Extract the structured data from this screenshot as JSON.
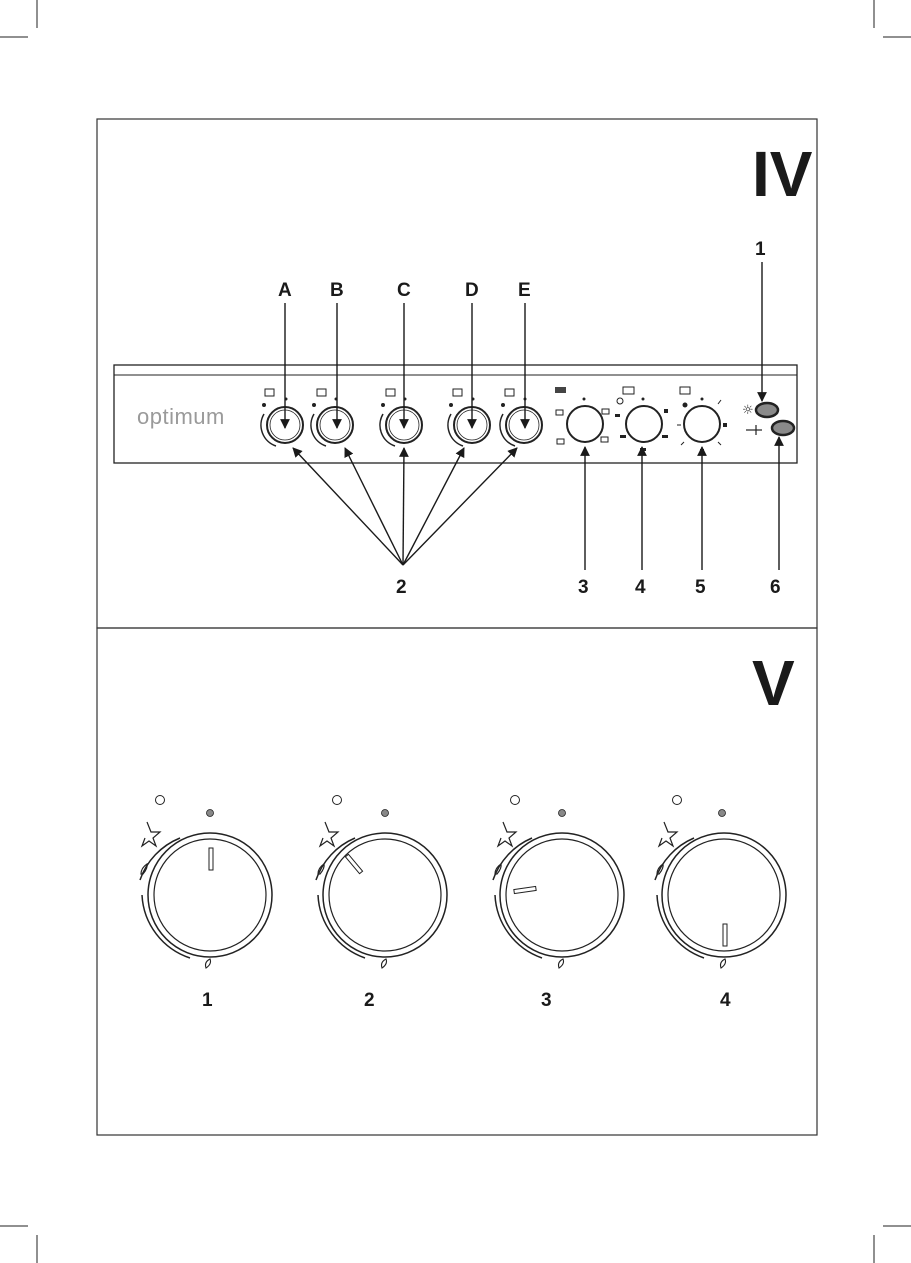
{
  "panel_iv": {
    "title": "IV",
    "brand": "optimum",
    "knob_letters": [
      "A",
      "B",
      "C",
      "D",
      "E"
    ],
    "group_label": "2",
    "control_labels": [
      "3",
      "4",
      "5"
    ],
    "indicator_labels": [
      "1",
      "6"
    ]
  },
  "panel_v": {
    "title": "V",
    "knob_labels": [
      "1",
      "2",
      "3",
      "4"
    ]
  },
  "colors": {
    "line": "#1a1a1a",
    "lamp": "#8a8a8a",
    "frame": "#333333"
  }
}
